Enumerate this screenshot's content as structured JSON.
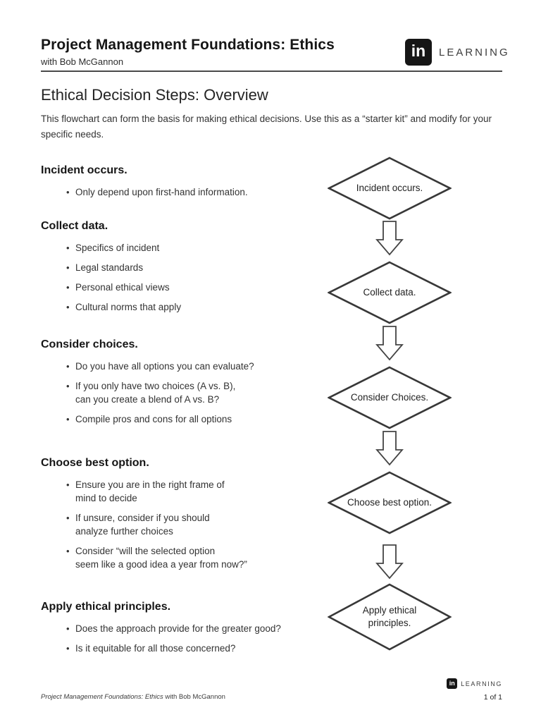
{
  "header": {
    "course_title": "Project Management Foundations: Ethics",
    "author_line": "with Bob McGannon",
    "brand": {
      "logo_glyph": "in",
      "brand_name": "LEARNING"
    }
  },
  "page": {
    "title": "Ethical Decision Steps: Overview",
    "intro": "This flowchart can form the basis for making ethical decisions. Use this as a “starter kit” and modify for your\nspecific needs.",
    "bullet_glyph": "•"
  },
  "sections": [
    {
      "heading": "Incident occurs.",
      "bullets": [
        "Only depend upon first-hand information."
      ]
    },
    {
      "heading": "Collect data.",
      "bullets": [
        "Specifics of incident",
        "Legal standards",
        "Personal ethical views",
        "Cultural norms that apply"
      ]
    },
    {
      "heading": "Consider choices.",
      "bullets": [
        "Do you have all options you can evaluate?",
        "If you only have two choices (A vs. B),\ncan you create a blend of A vs. B?",
        "Compile pros and cons for all options"
      ]
    },
    {
      "heading": "Choose best option.",
      "bullets": [
        "Ensure you are in the right frame of\nmind to decide",
        "If unsure, consider if you should\nanalyze further choices",
        "Consider “will the selected option\nseem like a good idea a year from now?”"
      ]
    },
    {
      "heading": "Apply ethical principles.",
      "bullets": [
        "Does the approach provide for the greater good?",
        "Is it equitable for all those concerned?"
      ]
    }
  ],
  "flowchart": {
    "nodes": [
      {
        "label": "Incident occurs."
      },
      {
        "label": "Collect data."
      },
      {
        "label": "Consider Choices."
      },
      {
        "label": "Choose best option."
      },
      {
        "label": "Apply ethical\nprinciples."
      }
    ]
  },
  "footer": {
    "course_italic": "Project Management Foundations: Ethics",
    "course_rest": " with Bob McGannon",
    "page_indicator": "1 of 1",
    "brand": {
      "logo_glyph": "in",
      "brand_name": "LEARNING"
    }
  },
  "colors": {
    "text": "#333333",
    "heading": "#161616",
    "rule": "#4a4a4a",
    "diamond_stroke": "#383838",
    "logo_background": "#161616"
  }
}
